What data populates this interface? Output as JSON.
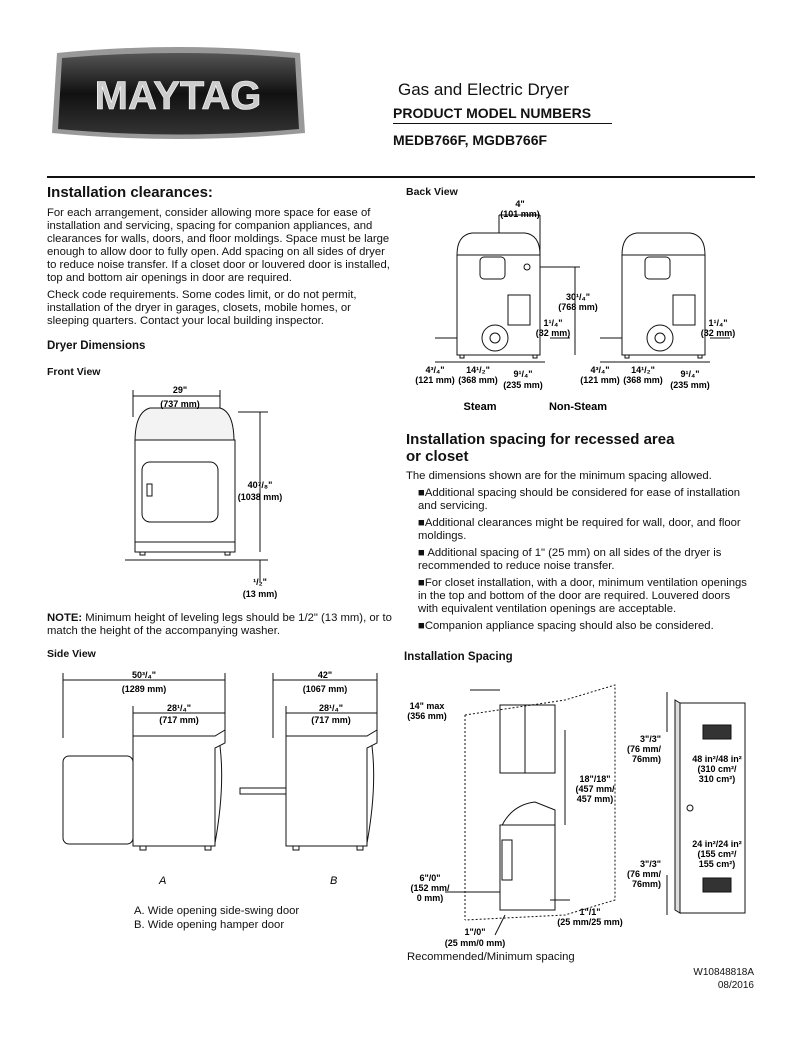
{
  "brand": {
    "logo_text": "MAYTAG"
  },
  "header": {
    "title": "Gas and Electric Dryer",
    "subtitle": "PRODUCT MODEL NUMBERS",
    "models": "MEDB766F, MGDB766F"
  },
  "clearances": {
    "heading": "Installation clearances:",
    "p1": "For each arrangement, consider allowing more space for ease of installation and servicing, spacing for companion appliances, and clearances for walls, doors, and floor moldings. Space must be large enough to allow door to fully open. Add spacing on all sides of dryer to reduce noise transfer. If a closet door or louvered door is installed, top and bottom air openings in door are required.",
    "p2": "Check code requirements. Some codes limit, or do not permit, installation of the dryer in garages, closets, mobile homes, or sleeping quarters. Contact your local building inspector."
  },
  "dimensions": {
    "heading": "Dryer Dimensions",
    "front_view": "Front View",
    "width": "29\"",
    "width_mm": "(737 mm)",
    "height": "40⁷/₈\"",
    "height_mm": "(1038 mm)",
    "legs": "¹/₂\"",
    "legs_mm": "(13 mm)",
    "note_label": "NOTE:",
    "note_text": " Minimum height of leveling legs should be 1/2\" (13 mm), or to match the height of the accompanying washer."
  },
  "side_view": {
    "heading": "Side View",
    "a_total": "50³/₄\"",
    "a_total_mm": "(1289 mm)",
    "a_depth": "28¹/₄\"",
    "a_depth_mm": "(717 mm)",
    "b_total": "42\"",
    "b_total_mm": "(1067 mm)",
    "b_depth": "28¹/₄\"",
    "b_depth_mm": "(717 mm)",
    "label_a": "A",
    "label_b": "B",
    "legend_a": "A. Wide opening side-swing door",
    "legend_b": "B. Wide opening hamper door"
  },
  "back_view": {
    "heading": "Back View",
    "top": "4\"",
    "top_mm": "(101 mm)",
    "vent_h": "30¹/₄\"",
    "vent_h_mm": "(768 mm)",
    "side": "1¹/₄\"",
    "side_mm": "(32 mm)",
    "side_r": "1¹/₄\"",
    "side_r_mm": "(32 mm)",
    "b1": "4³/₄\"",
    "b1_mm": "(121 mm)",
    "b2": "14¹/₂\"",
    "b2_mm": "(368 mm)",
    "b3": "9¹/₄\"",
    "b3_mm": "(235 mm)",
    "b4": "4³/₄\"",
    "b4_mm": "(121 mm)",
    "b5": "14¹/₂\"",
    "b5_mm": "(368 mm)",
    "b6": "9¹/₄\"",
    "b6_mm": "(235 mm)",
    "steam": "Steam",
    "non_steam": "Non-Steam"
  },
  "recessed": {
    "heading_line1": "Installation spacing for recessed area",
    "heading_line2": "or closet",
    "intro": "The dimensions shown are for the minimum spacing allowed.",
    "bullets": [
      "■Additional spacing should be considered for ease of installation and servicing.",
      "■Additional clearances might be required for wall, door, and floor moldings.",
      "■  Additional spacing of 1\" (25 mm) on all sides of the dryer is recommended to reduce noise transfer.",
      "■For closet installation, with a door, minimum ventilation openings in the top and bottom of the door are required. Louvered doors with equivalent ventilation openings are acceptable.",
      "■Companion appliance spacing should also be considered."
    ]
  },
  "spacing": {
    "heading": "Installation Spacing",
    "top_max": "14\" max",
    "top_max_mm": "(356 mm)",
    "cab": "18\"/18\"",
    "cab_mm1": "(457 mm/",
    "cab_mm2": "457 mm)",
    "side": "6\"/0\"",
    "side_mm1": "(152 mm/",
    "side_mm2": "0 mm)",
    "front": "1\"/0\"",
    "front_mm": "(25 mm/0 mm)",
    "right": "1\"/1\"",
    "right_mm": "(25 mm/25 mm)",
    "door_top": "3\"/3\"",
    "door_top_mm1": "(76 mm/",
    "door_top_mm2": "76mm)",
    "vent_top": "48 in²/48 in²",
    "vent_top_mm1": "(310 cm²/",
    "vent_top_mm2": "310 cm²)",
    "vent_bot": "24 in²/24 in²",
    "vent_bot_mm1": "(155 cm²/",
    "vent_bot_mm2": "155 cm²)",
    "door_bot": "3\"/3\"",
    "door_bot_mm1": "(76 mm/",
    "door_bot_mm2": "76mm)",
    "caption": "Recommended/Minimum spacing"
  },
  "footer": {
    "code": "W10848818A",
    "date": "08/2016"
  }
}
